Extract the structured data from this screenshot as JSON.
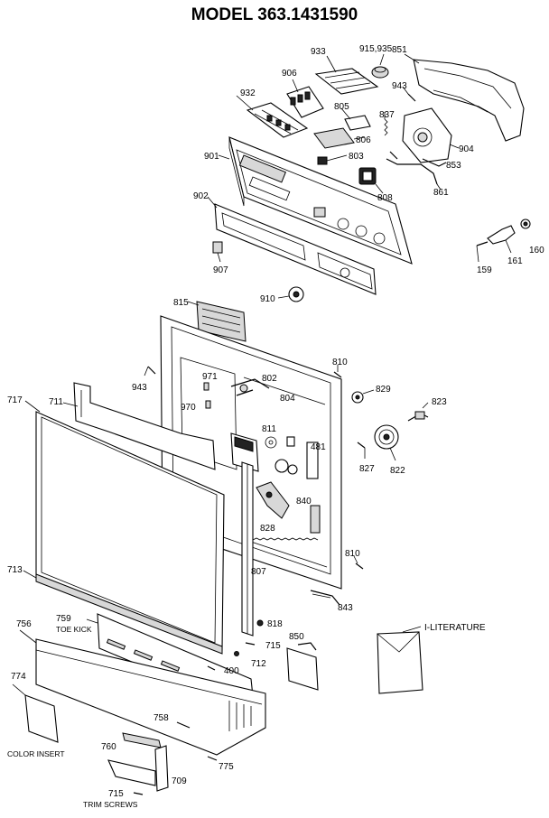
{
  "title": "MODEL 363.1431590",
  "labels": {
    "p933": "933",
    "p915_935": "915,935",
    "p851": "851",
    "p906": "906",
    "p943a": "943",
    "p932": "932",
    "p805": "805",
    "p837": "837",
    "p806": "806",
    "p904": "904",
    "p901": "901",
    "p803": "803",
    "p853": "853",
    "p808": "808",
    "p861": "861",
    "p902": "902",
    "p907": "907",
    "p160": "160",
    "p159": "159",
    "p161": "161",
    "p910": "910",
    "p815": "815",
    "p810a": "810",
    "p943b": "943",
    "p971": "971",
    "p802": "802",
    "p804": "804",
    "p829": "829",
    "p970": "970",
    "p823": "823",
    "p717": "717",
    "p711": "711",
    "p811": "811",
    "p481": "481",
    "p827": "827",
    "p822": "822",
    "p840": "840",
    "p828": "828",
    "p713": "713",
    "p807": "807",
    "p810b": "810",
    "p843": "843",
    "p759": "759",
    "p756": "756",
    "p818": "818",
    "p850": "850",
    "p715a": "715",
    "p712": "712",
    "p400": "400",
    "p774": "774",
    "p758": "758",
    "p760": "760",
    "p775": "775",
    "p709": "709",
    "p715b": "715",
    "toe_kick": "TOE KICK",
    "literature": "I-LITERATURE",
    "color_insert": "COLOR INSERT",
    "trim_screws": "TRIM SCREWS"
  }
}
